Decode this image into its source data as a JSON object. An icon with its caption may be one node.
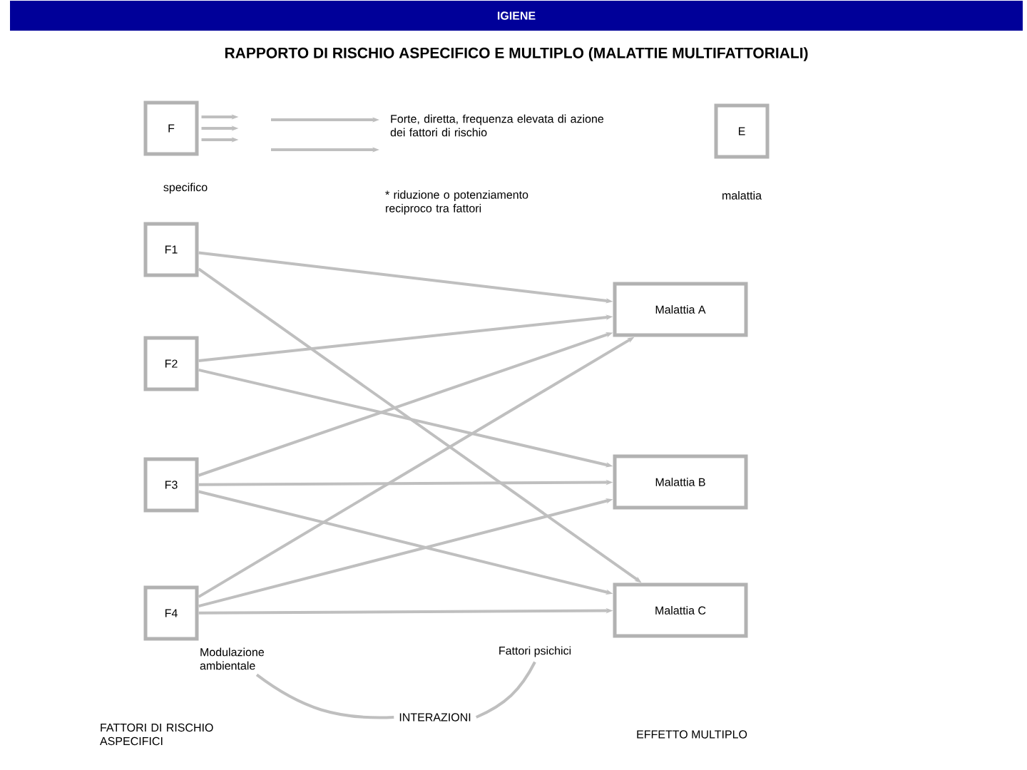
{
  "diagram": {
    "title": "RAPPORTO DI RISCHIO ASPECIFICO E MULTIPLO (MALATTIE MULTIFATTORIALI)",
    "nodes": [
      {
        "text": [
          "F"
        ]
      },
      {
        "text": [
          "E"
        ]
      },
      {
        "text": [
          "Forte, diretta, frequenza elevata di azione dei fattori di rischio"
        ]
      },
      {
        "text": [
          "F1"
        ]
      },
      {
        "text": [
          "F2"
        ]
      },
      {
        "text": [
          "F3"
        ]
      },
      {
        "text": [
          "F4"
        ]
      },
      {
        "text": [
          "Malattia A"
        ]
      },
      {
        "text": [
          "Malattia B"
        ]
      },
      {
        "text": [
          "Malattia C"
        ]
      },
      {
        "text": [
          "Modulazione ambientale"
        ]
      },
      {
        "text": [
          "Fattori psichici"
        ]
      },
      {
        "text": [
          "INTERAZIONI"
        ]
      }
    ],
    "edges": [
      {
        "from": 0,
        "to": null,
        "arrow": "to"
      },
      {
        "from": 0,
        "to": null,
        "arrow": "to"
      },
      {
        "from": 0,
        "to": null,
        "arrow": "to"
      },
      {
        "from": null,
        "to": 2,
        "arrow": "to"
      },
      {
        "from": null,
        "to": 2,
        "arrow": "to"
      },
      {
        "from": 3,
        "to": 7,
        "arrow": "to"
      },
      {
        "from": 3,
        "to": 9,
        "arrow": "to"
      },
      {
        "from": 4,
        "to": 7,
        "arrow": "to"
      },
      {
        "from": 4,
        "to": 8,
        "arrow": "to"
      },
      {
        "from": 5,
        "to": 7,
        "arrow": "to"
      },
      {
        "from": 5,
        "to": 8,
        "arrow": "to"
      },
      {
        "from": 5,
        "to": 9,
        "arrow": "to"
      },
      {
        "from": 6,
        "to": 7,
        "arrow": "to"
      },
      {
        "from": 6,
        "to": 8,
        "arrow": "to"
      },
      {
        "from": 6,
        "to": 9,
        "arrow": "to"
      },
      {
        "from": 10,
        "to": 12,
        "arrow": "none"
      },
      {
        "from": 11,
        "to": 12,
        "arrow": "none"
      }
    ],
    "labels": [
      "IGIENE",
      "specifico",
      "* riduzione o potenziamento reciproco tra fattori",
      "malattia",
      "FATTORI DI RISCHIO ASPECIFICI",
      "EFFETTO MULTIPLO"
    ]
  }
}
